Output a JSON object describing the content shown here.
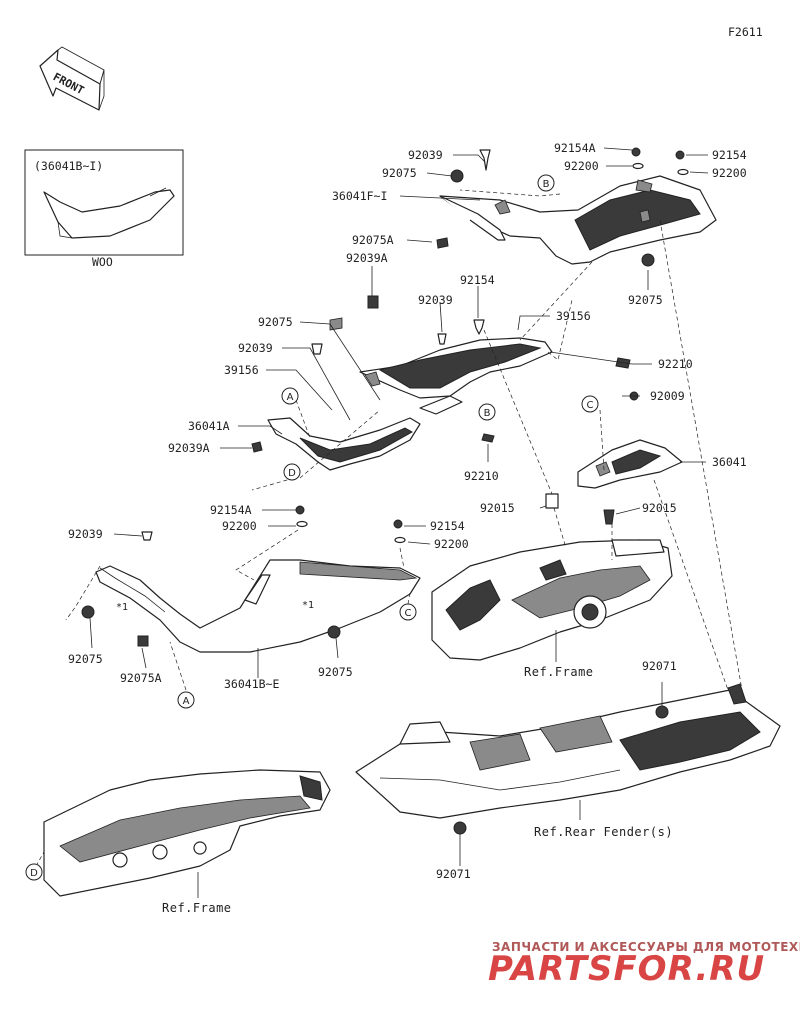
{
  "diagram_code": "F2611",
  "front_label": "FRONT",
  "inset": {
    "part_label": "(36041B~I)",
    "caption": "WOO"
  },
  "callouts": {
    "p1": "92039",
    "p2": "92075",
    "p3": "36041F~I",
    "p4": "92075A",
    "p5": "92039A",
    "p6": "92154A",
    "p7": "92200",
    "p8": "92154",
    "p9": "92200",
    "p10": "92075",
    "p11": "92154",
    "p12": "92039",
    "p13": "39156",
    "p14": "92075",
    "p15": "92039",
    "p16": "39156",
    "p17": "92210",
    "p18": "36041A",
    "p19": "92039A",
    "p20": "92210",
    "p21": "92009",
    "p22": "36041",
    "p23": "92154A",
    "p24": "92200",
    "p25": "92015",
    "p26": "92015",
    "p27": "92154",
    "p28": "92200",
    "p29": "92039",
    "p30": "92075",
    "p31": "92075A",
    "p32": "36041B~E",
    "p33": "92075",
    "p34": "92071",
    "p35": "92071"
  },
  "small_marks": {
    "m1": "*1",
    "m2": "*1"
  },
  "circle_refs": {
    "a1": "A",
    "a2": "A",
    "b1": "B",
    "b2": "B",
    "c1": "C",
    "c2": "C",
    "d1": "D",
    "d2": "D"
  },
  "refs": {
    "frame_center": "Ref.Frame",
    "rear_fender": "Ref.Rear Fender(s)",
    "frame_bottom": "Ref.Frame"
  },
  "watermark": {
    "line1": "ЗАПЧАСТИ И АКСЕССУАРЫ ДЛЯ МОТОТЕХНИКИ",
    "line2": "PARTSFOR.RU"
  }
}
